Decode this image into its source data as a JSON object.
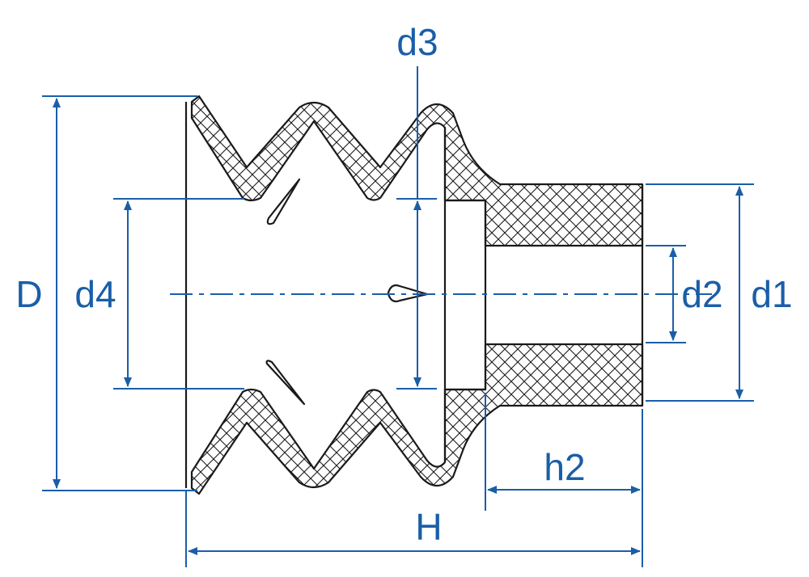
{
  "colors": {
    "dimension": "#1a5ea8",
    "outline": "#1a1a1a",
    "hatch": "#1a1a1a",
    "background": "#ffffff"
  },
  "labels": {
    "D": "D",
    "d4": "d4",
    "d3": "d3",
    "d2": "d2",
    "d1": "d1",
    "h2": "h2",
    "H": "H"
  }
}
